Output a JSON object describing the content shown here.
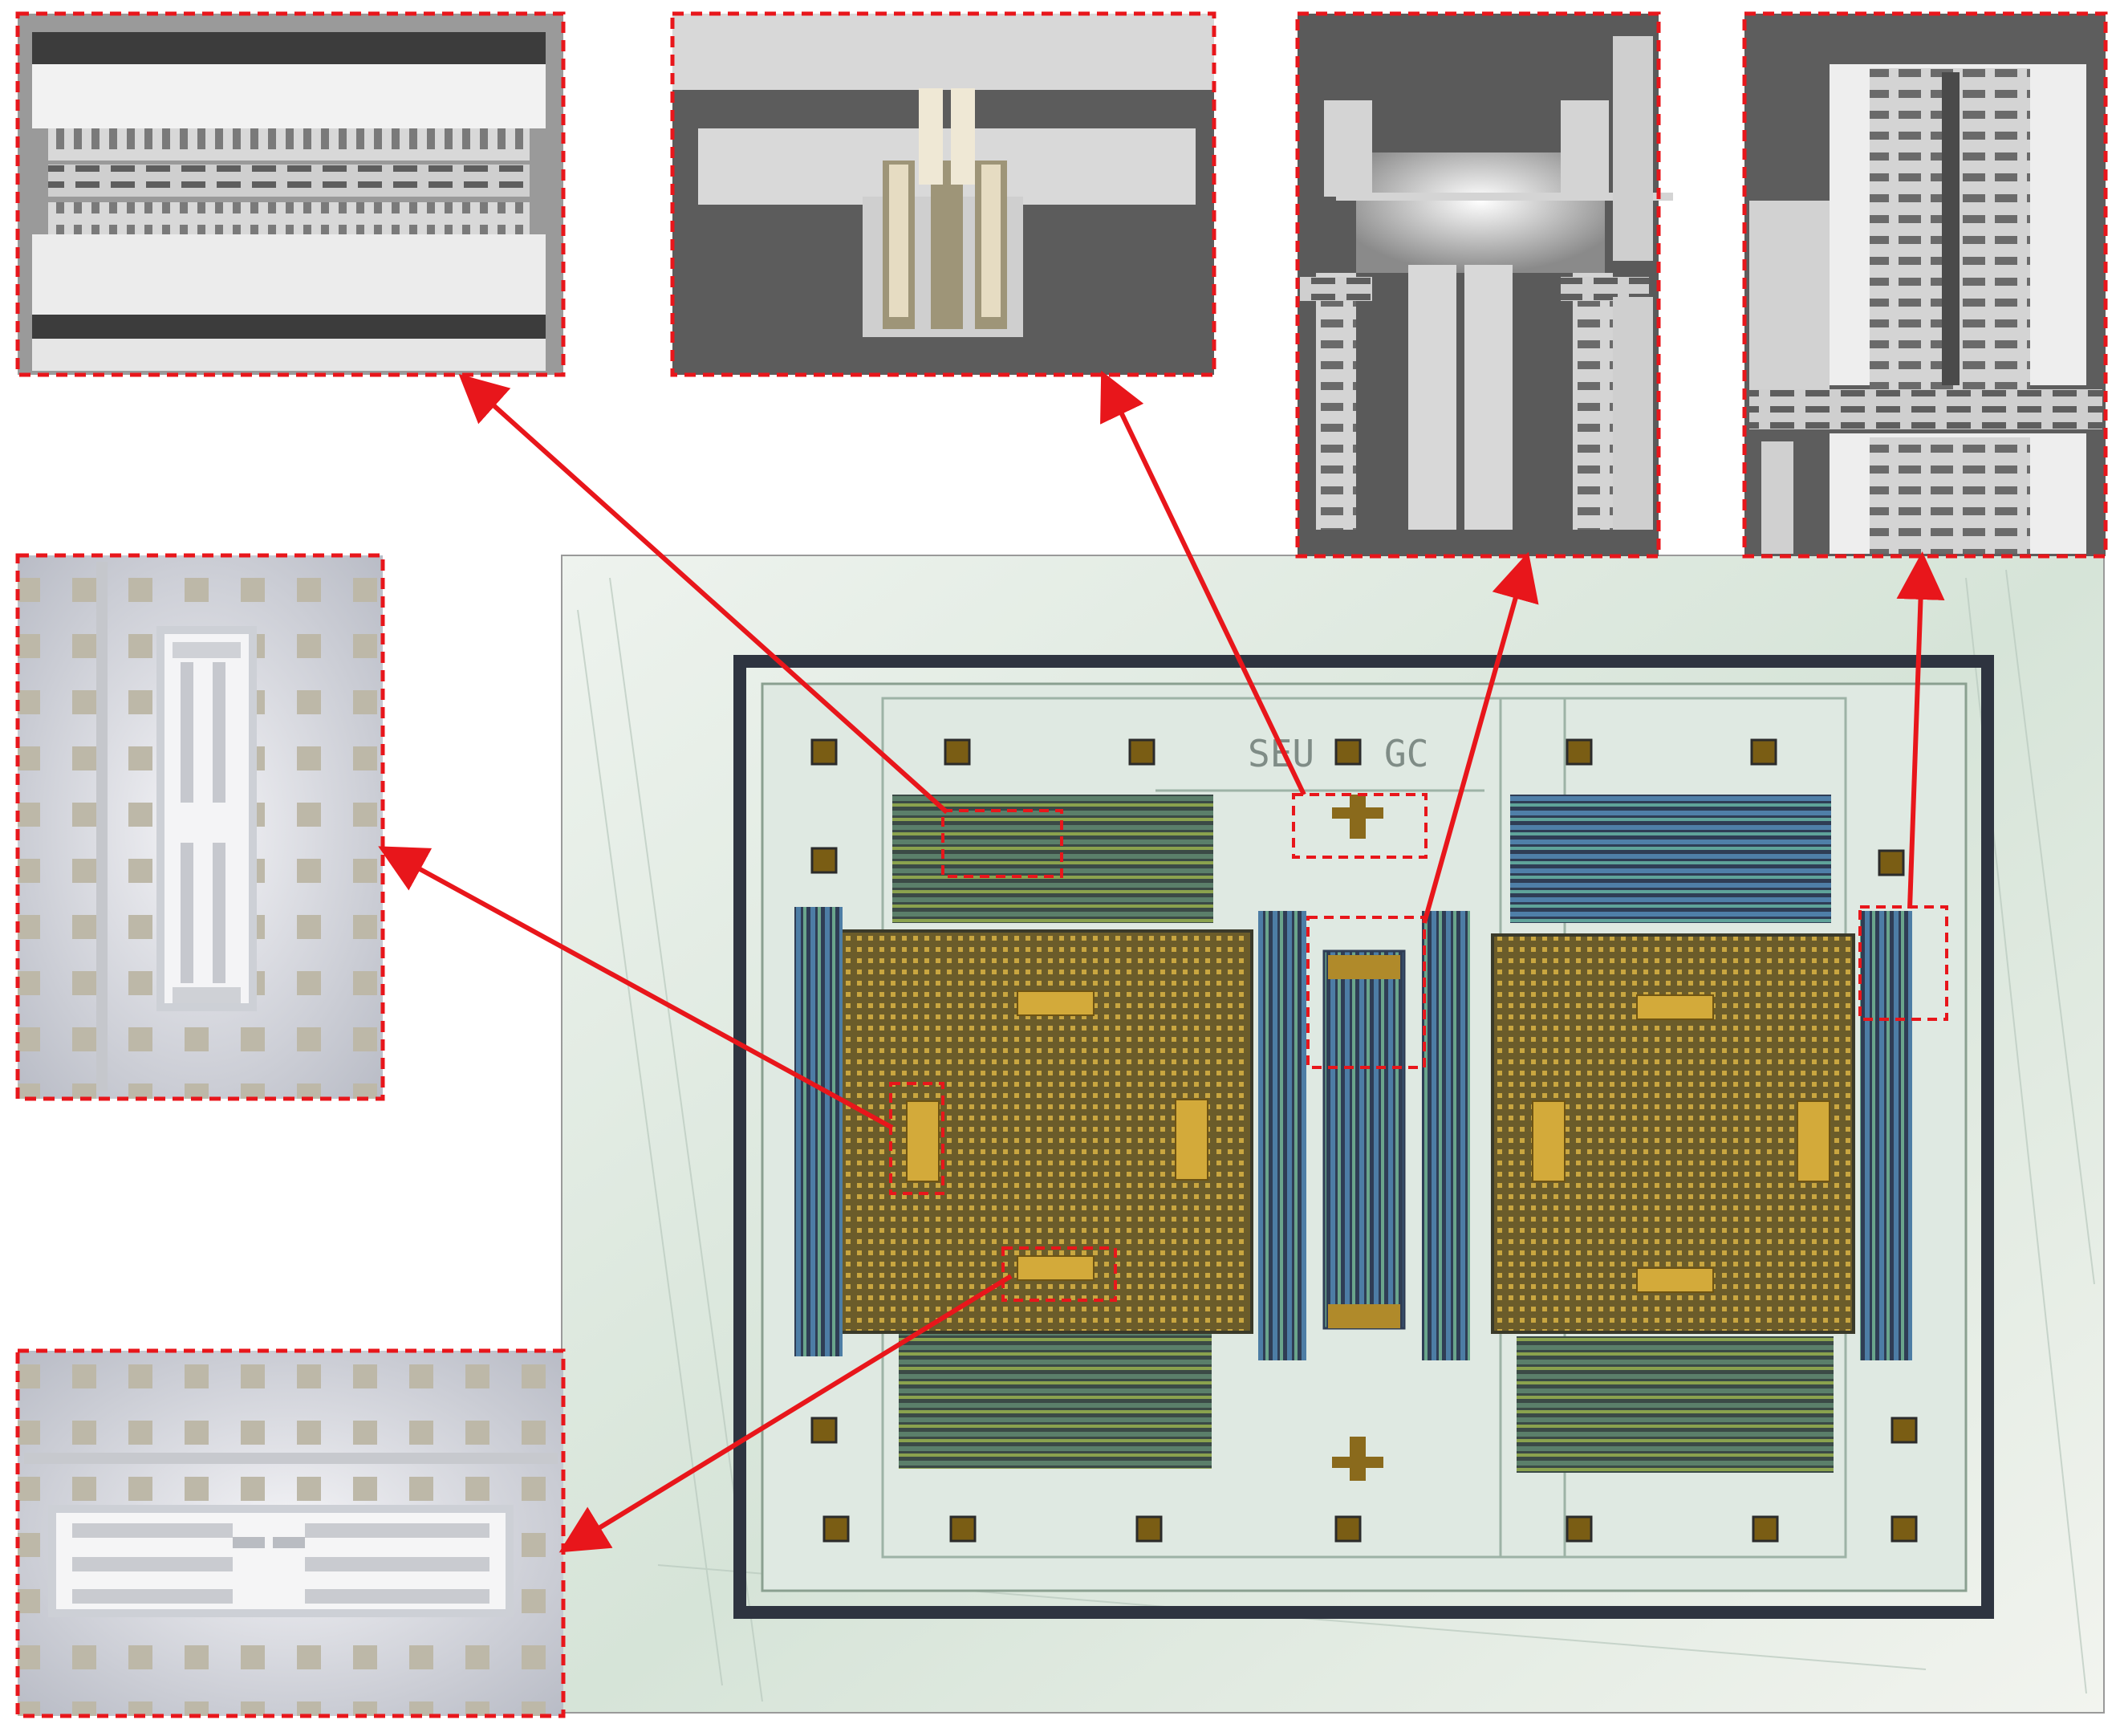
{
  "figure": {
    "die_marking_left": "SEU",
    "die_marking_right": "GC"
  },
  "colors": {
    "callout_red": "#e8161b",
    "background": "#ffffff",
    "die_frame": "#2e3440",
    "gold_pad": "#8a6a1c",
    "substrate": "#d9e6dc"
  },
  "insets": [
    {
      "name": "interdigitated-comb-inset"
    },
    {
      "name": "t-anchor-folded-spring-inset"
    },
    {
      "name": "suspended-beam-inset"
    },
    {
      "name": "comb-drive-array-inset"
    },
    {
      "name": "folded-spring-vertical-inset"
    },
    {
      "name": "folded-spring-horizontal-inset"
    }
  ]
}
